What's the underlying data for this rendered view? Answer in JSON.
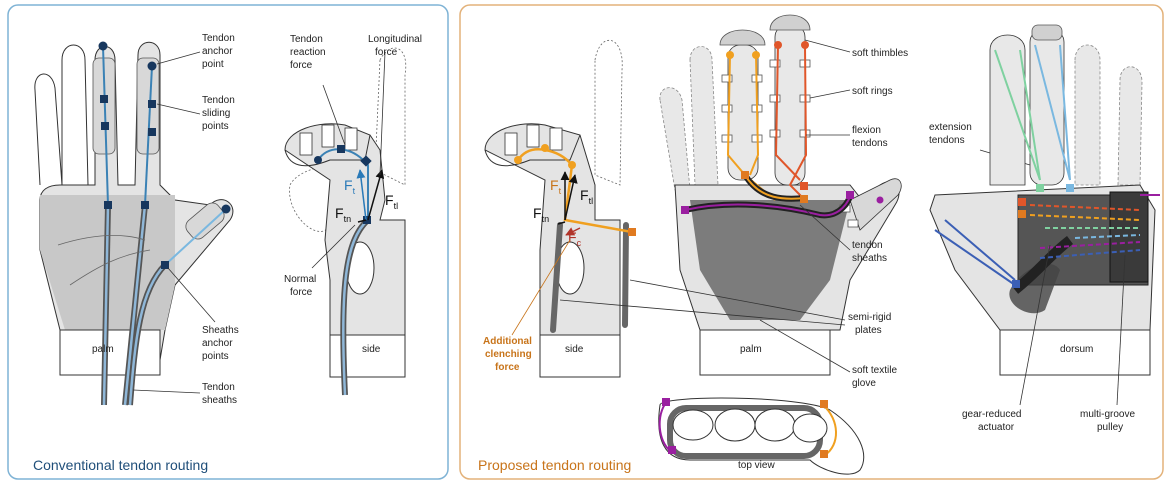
{
  "left_panel": {
    "caption": "Conventional tendon routing",
    "labels": {
      "tendon_anchor": [
        "Tendon",
        "anchor",
        "point"
      ],
      "tendon_sliding": [
        "Tendon",
        "sliding",
        "points"
      ],
      "sheaths_anchor": [
        "Sheaths",
        "anchor",
        "points"
      ],
      "tendon_sheaths": [
        "Tendon",
        "sheaths"
      ],
      "palm": "palm",
      "reaction_force": [
        "Tendon",
        "reaction",
        "force"
      ],
      "longitudinal_force": [
        "Longitudinal",
        "force"
      ],
      "normal_force": [
        "Normal",
        "force"
      ],
      "side": "side"
    },
    "forces": {
      "ft": "F",
      "ft_sub": "t",
      "ftl": "F",
      "ftl_sub": "tl",
      "ftn": "F",
      "ftn_sub": "tn"
    }
  },
  "right_panel": {
    "caption": "Proposed tendon  routing",
    "labels": {
      "soft_thimbles": "soft thimbles",
      "soft_rings": "soft rings",
      "flexion_tendons": [
        "flexion",
        "tendons"
      ],
      "extension_tendons": [
        "extension",
        "tendons"
      ],
      "tendon_sheaths": [
        "tendon",
        "sheaths"
      ],
      "semi_rigid_plates": [
        "semi-rigid",
        "plates"
      ],
      "soft_textile_glove": [
        "soft textile",
        "glove"
      ],
      "additional_clenching": [
        "Additional",
        "clenching",
        "force"
      ],
      "side": "side",
      "palm": "palm",
      "dorsum": "dorsum",
      "top_view": "top view",
      "gear_reduced_actuator": [
        "gear-reduced",
        "actuator"
      ],
      "multi_groove_pulley": [
        "multi-groove",
        "pulley"
      ]
    },
    "forces": {
      "ft": "F",
      "ft_sub": "t",
      "ftl": "F",
      "ftl_sub": "tl",
      "ftn": "F",
      "ftn_sub": "tn",
      "fc": "F",
      "fc_sub": "c"
    }
  },
  "colors": {
    "left_border": "#7fb3d5",
    "right_border": "#e3b27a",
    "tendon_blue": "#3b82b5",
    "tendon_orange": "#f0a020",
    "tendon_red": "#e0562a",
    "tendon_purple": "#9a1fa0",
    "tendon_green": "#7fd1a0",
    "tendon_lightblue": "#7ab8e0",
    "anchor_dark": "#17375e"
  }
}
